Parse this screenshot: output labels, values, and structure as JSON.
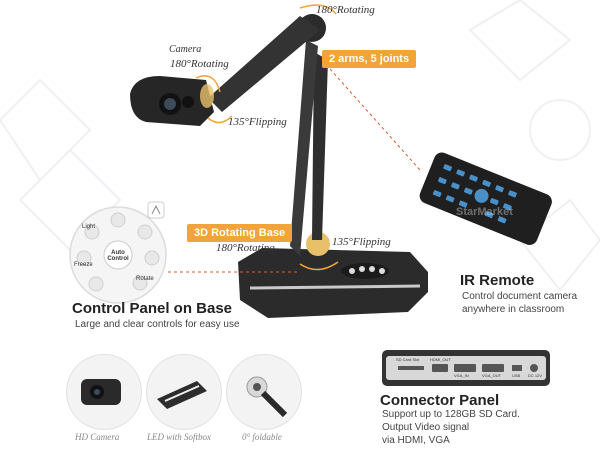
{
  "labels": {
    "rot_top": "180°Rotating",
    "camera": "Camera",
    "rot_camera": "180°Rotating",
    "flip_camera": "135°Flipping",
    "arms_badge": "2 arms, 5 joints",
    "base_badge": "3D Rotating Base",
    "rot_base": "180°Rotating",
    "flip_base": "135°Flipping"
  },
  "control_panel": {
    "title": "Control Panel on Base",
    "desc": "Large and clear controls for easy use",
    "buttons": [
      "Light",
      "Auto Control",
      "Freeze",
      "Rotate"
    ]
  },
  "ir_remote": {
    "title": "IR Remote",
    "desc_lines": [
      "Control document camera",
      "anywhere in classroom"
    ]
  },
  "connector_panel": {
    "title": "Connector Panel",
    "desc_lines": [
      "Support up to 128GB SD Card.",
      "Output Video signal",
      "via HDMI, VGA"
    ],
    "ports": [
      "SD Card Slot",
      "HDMI_OUT",
      "VGA_IN",
      "VGA_OUT",
      "USB",
      "DC 12V"
    ]
  },
  "thumbs": [
    {
      "caption": "HD Camera"
    },
    {
      "caption": "LED with Softbox"
    },
    {
      "caption": "0° foldable"
    }
  ],
  "watermark": "StarMarket",
  "colors": {
    "accent": "#f2a33a",
    "device": "#2b2b2b",
    "dashed": "#e05a2b"
  }
}
